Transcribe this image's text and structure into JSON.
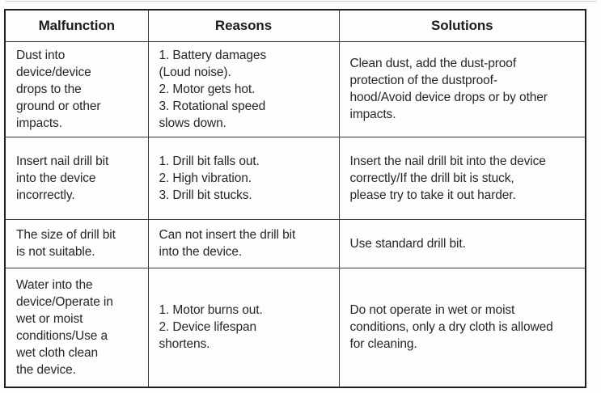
{
  "table": {
    "headers": [
      "Malfunction",
      "Reasons",
      "Solutions"
    ],
    "rows": [
      {
        "malfunction": "Dust into\ndevice/device\ndrops to the\nground or other\nimpacts.",
        "reasons": "1. Battery damages\n(Loud noise).\n2. Motor gets hot.\n3. Rotational speed\nslows down.",
        "solutions": "Clean dust, add the dust-proof\nprotection of the dustproof-\nhood/Avoid device drops or by other\nimpacts."
      },
      {
        "malfunction": "Insert nail drill bit\ninto the device\nincorrectly.",
        "reasons": "1. Drill bit falls out.\n2. High vibration.\n3. Drill bit stucks.",
        "solutions": "Insert the nail drill bit into the device\ncorrectly/If the drill bit is stuck,\nplease try to take it out harder."
      },
      {
        "malfunction": "The size of drill bit\nis not suitable.",
        "reasons": "Can not insert the drill bit\ninto the device.",
        "solutions": "Use standard drill bit."
      },
      {
        "malfunction": "Water into the\ndevice/Operate in\nwet or moist\nconditions/Use a\nwet cloth clean\nthe device.",
        "reasons": "1. Motor burns out.\n2. Device lifespan\nshortens.",
        "solutions": "Do not operate in wet or moist\nconditions, only a dry cloth is allowed\nfor cleaning."
      }
    ]
  }
}
